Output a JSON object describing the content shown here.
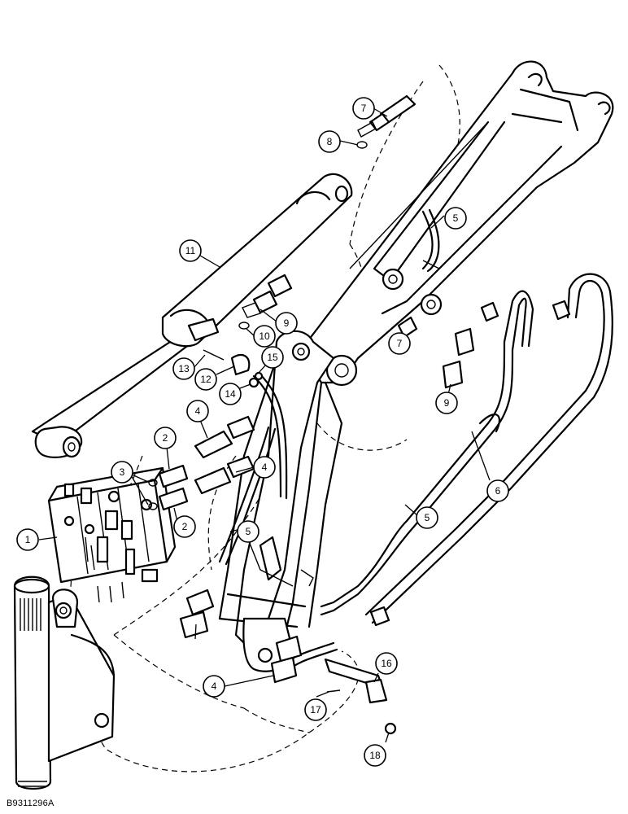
{
  "figure_id": "B9311296A",
  "callouts": {
    "c1": "1",
    "c2a": "2",
    "c2b": "2",
    "c3": "3",
    "c4a": "4",
    "c4b": "4",
    "c4c": "4",
    "c5a": "5",
    "c5b": "5",
    "c5c": "5",
    "c6": "6",
    "c7a": "7",
    "c7b": "7",
    "c8": "8",
    "c9a": "9",
    "c9b": "9",
    "c10": "10",
    "c11": "11",
    "c12": "12",
    "c13": "13",
    "c14": "14",
    "c15": "15",
    "c16": "16",
    "c17": "17",
    "c18": "18"
  }
}
